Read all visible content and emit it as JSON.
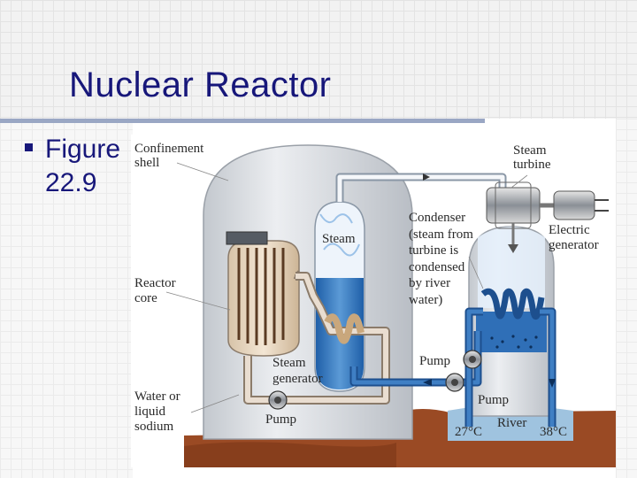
{
  "slide": {
    "title": "Nuclear Reactor",
    "bullet": {
      "line1": "Figure",
      "line2": "22.9"
    }
  },
  "figure": {
    "labels": {
      "confinement_shell": [
        "Confinement",
        "shell"
      ],
      "steam_turbine": [
        "Steam",
        "turbine"
      ],
      "steam": "Steam",
      "condenser": [
        "Condenser",
        "(steam from",
        "turbine is",
        "condensed",
        "by river",
        "water)"
      ],
      "electric_generator": [
        "Electric",
        "generator"
      ],
      "reactor_core": [
        "Reactor",
        "core"
      ],
      "steam_generator": [
        "Steam",
        "generator"
      ],
      "pump_right_upper": "Pump",
      "pump_right_lower": "Pump",
      "water_or_sodium": [
        "Water or",
        "liquid",
        "sodium"
      ],
      "pump_bottom": "Pump",
      "river": "River",
      "temp_in": "27°C",
      "temp_out": "38°C"
    },
    "colors": {
      "shell": "#d7dbe0",
      "water": "#2f6fb7",
      "river": "#9fc3df",
      "ground": "#9a4a24",
      "pipe": "#e9ddd0",
      "pipe_edge": "#8b7b6a",
      "title": "#17177a"
    }
  }
}
